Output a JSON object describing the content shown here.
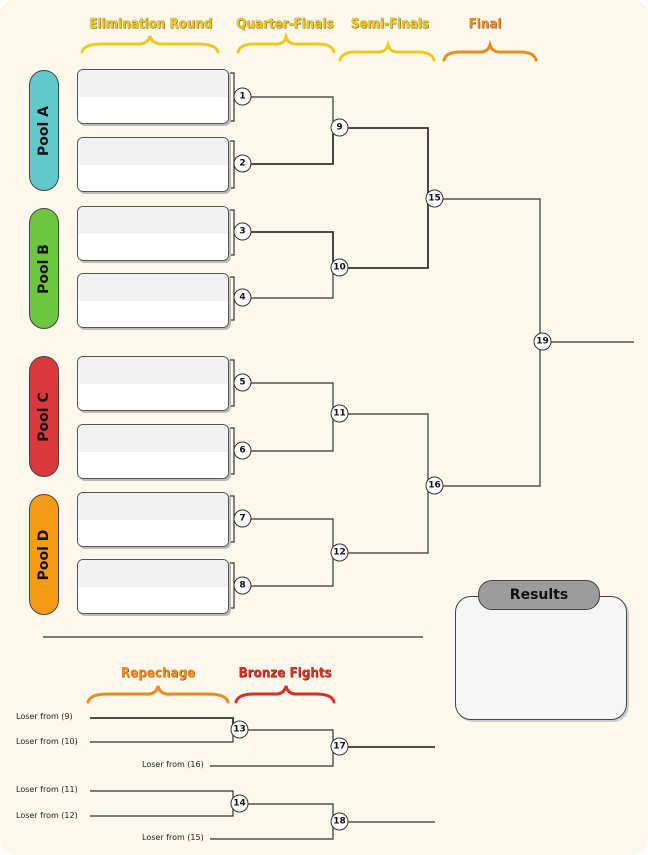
{
  "headers": {
    "elimination": "Elimination Round",
    "quarter": "Quarter-Finals",
    "semi": "Semi-Finals",
    "final": "Final",
    "repechage": "Repechage",
    "bronze": "Bronze Fights"
  },
  "pools": [
    {
      "label": "Pool A",
      "color": "#5fc9cc"
    },
    {
      "label": "Pool B",
      "color": "#6cc63f"
    },
    {
      "label": "Pool C",
      "color": "#d9393a"
    },
    {
      "label": "Pool D",
      "color": "#f59b14"
    }
  ],
  "nodes": [
    "1",
    "2",
    "3",
    "4",
    "5",
    "6",
    "7",
    "8",
    "9",
    "10",
    "11",
    "12",
    "13",
    "14",
    "15",
    "16",
    "17",
    "18",
    "19"
  ],
  "repechage_inputs": [
    "Loser from (9)",
    "Loser from (10)",
    "Loser from (16)",
    "Loser from (11)",
    "Loser from (12)",
    "Loser from (15)"
  ],
  "results_label": "Results",
  "colors": {
    "header_yellow": "#f2c81c",
    "header_orange": "#f08a1c",
    "header_red": "#d73027"
  }
}
